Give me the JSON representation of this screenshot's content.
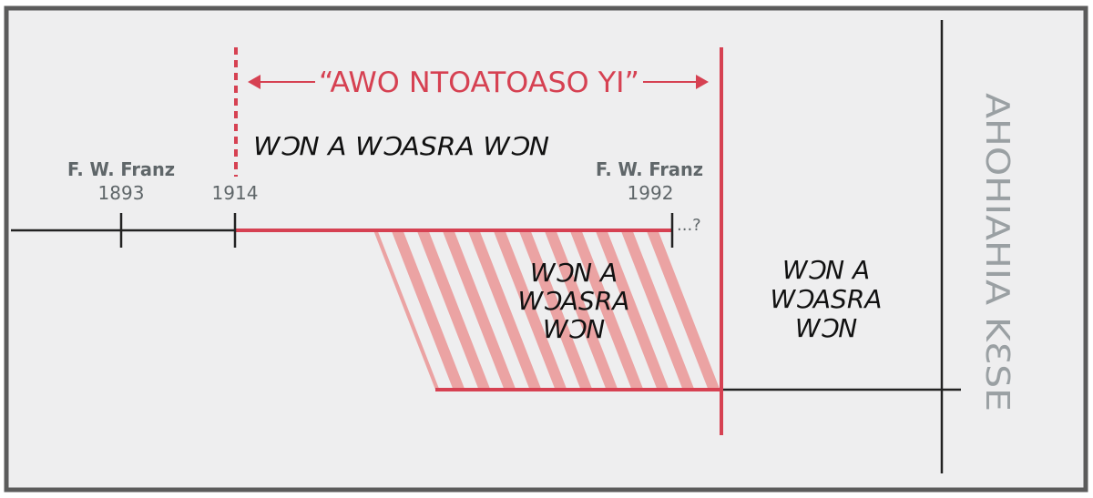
{
  "colors": {
    "frame": "#5b5b5b",
    "background": "#eeeeef",
    "accent_red": "#d64152",
    "hatch_pink": "#eba3a3",
    "line_black": "#222222",
    "label_gray": "#5f6669",
    "vertical_label_gray": "#9aa0a3"
  },
  "header": {
    "period_label": "“AWO NTOATOASO YI”"
  },
  "labels": {
    "generation_top": "WƆN A WƆASRA WƆN",
    "generation_hatched": [
      "WƆN A",
      "WƆASRA",
      "WƆN"
    ],
    "generation_right": [
      "WƆN A",
      "WƆASRA",
      "WƆN"
    ],
    "end_vertical": "AHOHIAHIA KƐSE",
    "continuation": "...?"
  },
  "timeline": {
    "markers": [
      {
        "name": "F. W. Franz",
        "year": "1893"
      },
      {
        "name": "",
        "year": "1914"
      },
      {
        "name": "F. W. Franz",
        "year": "1992"
      }
    ]
  }
}
